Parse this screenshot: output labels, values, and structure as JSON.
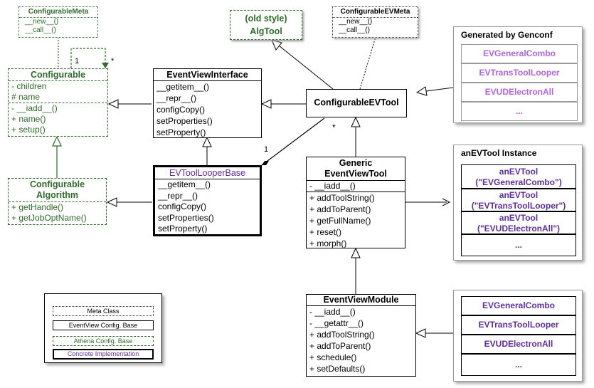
{
  "boxes": {
    "configurable_meta": {
      "title": "ConfigurableMeta",
      "items": [
        "__new__()",
        "__call__()"
      ]
    },
    "configurable": {
      "title": "Configurable",
      "attrs": [
        "- children",
        "# name"
      ],
      "methods": [
        "- __iadd__()",
        "+ name()",
        "+ setup()"
      ]
    },
    "algtool": {
      "title_line1": "(old style)",
      "title_line2": "AlgTool"
    },
    "configurable_ev_meta": {
      "title": "ConfigurableEVMeta",
      "items": [
        "__new__()",
        "__call__()"
      ]
    },
    "event_view_interface": {
      "title": "EventViewInterface",
      "methods": [
        "__getitem__()",
        "__repr__()",
        "configCopy()",
        "setProperties()",
        "setProperty()"
      ]
    },
    "configurable_ev_tool": {
      "title": "ConfigurableEVTool"
    },
    "configurable_algorithm": {
      "title_line1": "Configurable",
      "title_line2": "Algorithm",
      "methods": [
        "+ getHandle()",
        "+ getJobOptName()"
      ]
    },
    "ev_tool_looper_base": {
      "title": "EVToolLooperBase",
      "methods": [
        "__getitem__()",
        "__repr__()",
        "configCopy()",
        "setProperties()",
        "setProperty()"
      ]
    },
    "generic_event_view_tool": {
      "title_line1": "Generic",
      "title_line2": "EventViewTool",
      "private": [
        "- __iadd__()"
      ],
      "methods": [
        "+ addToolString()",
        "+ addToParent()",
        "+ getFullName()",
        "+ reset()",
        "+ morph()"
      ]
    },
    "event_view_module": {
      "title": "EventViewModule",
      "private": [
        "- __iadd__()",
        "- __getattr__()"
      ],
      "methods": [
        "+ addToolString()",
        "+ addToParent()",
        "+ schedule()",
        "+ setDefaults()"
      ]
    }
  },
  "panels": {
    "generated": {
      "title": "Generated by Genconf",
      "items": [
        "EVGeneralCombo",
        "EVTransToolLooper",
        "EVUDElectronAll",
        "..."
      ]
    },
    "instance": {
      "title": "anEVTool Instance",
      "items": [
        [
          "anEVTool",
          "(\"EVGeneralCombo\")"
        ],
        [
          "anEVTool",
          "(\"EVTransToolLooper\")"
        ],
        [
          "anEVTool",
          "(\"EVUDElectronAll\")"
        ],
        [
          "..."
        ]
      ]
    },
    "module_list": {
      "items": [
        "EVGeneralCombo",
        "EVTransToolLooper",
        "EVUDElectronAll",
        "..."
      ]
    }
  },
  "multiplicity": {
    "self_one": "1",
    "self_many": "*",
    "assoc_one": "1",
    "assoc_many": "*"
  },
  "legend": {
    "meta": "Meta Class",
    "ev": "EventView Config. Base",
    "athena": "Athena Config. Base",
    "concrete": "Concrete Implementation"
  },
  "colors": {
    "athena": "#2f6b2a",
    "concrete": "#5b2ea6",
    "generated": "#b065e6"
  }
}
